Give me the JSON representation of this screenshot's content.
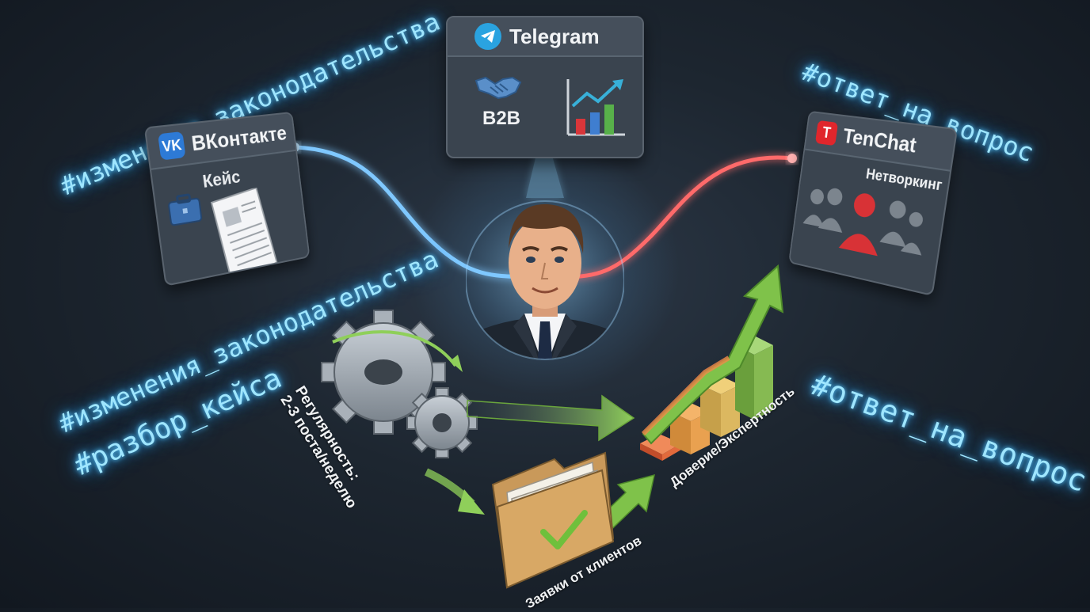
{
  "hashtags": {
    "top_left": "#изменения_законодательства",
    "mid_left": "#изменения_законодательства",
    "lower_left": "#разбор_кейса",
    "top_right": "#ответ_на_вопрос",
    "lower_right": "#ответ_на_вопрос"
  },
  "vk_panel": {
    "title": "ВКонтакте",
    "badge": "VK",
    "subtitle": "Кейс"
  },
  "telegram_panel": {
    "title": "Telegram",
    "subtitle": "B2B"
  },
  "tenchat_panel": {
    "title": "TenChat",
    "badge": "T",
    "subtitle": "Нетворкинг"
  },
  "flow_labels": {
    "regularity_line1": "Регулярность:",
    "regularity_line2": "2-3 поста/неделю",
    "trust": "Доверие/Экспертность",
    "requests": "Заявки от клиентов"
  },
  "colors": {
    "vk_blue": "#2d7ad6",
    "telegram_blue": "#2aa3e0",
    "tenchat_red": "#e0262c",
    "glow_blue": "#9fe6ff",
    "growth_green": "#7fc24a"
  },
  "icons": {
    "vk": "vk-logo-icon",
    "telegram": "telegram-plane-icon",
    "tenchat": "tenchat-logo-icon",
    "handshake": "handshake-icon",
    "growth_chart": "growth-chart-icon",
    "briefcase": "briefcase-icon",
    "document": "document-icon",
    "people": "people-group-icon",
    "gears": "gears-icon",
    "folder": "folder-check-icon",
    "bar_growth": "bar-growth-arrow-icon",
    "person": "businessman-avatar"
  }
}
